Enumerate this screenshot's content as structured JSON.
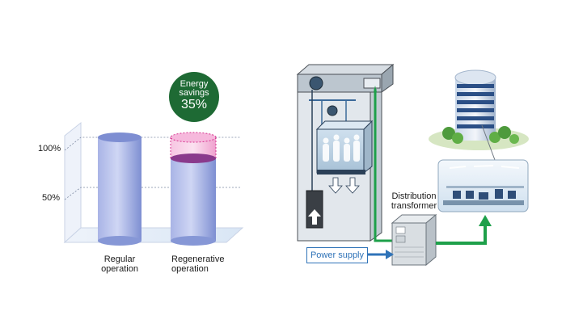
{
  "chart": {
    "ticks": [
      "100%",
      "50%"
    ],
    "badge": {
      "line1": "Energy",
      "line2": "savings",
      "value": "35%"
    },
    "bar_labels": [
      {
        "line1": "Regular",
        "line2": "operation"
      },
      {
        "line1": "Regenerative",
        "line2": "operation"
      }
    ]
  },
  "diagram": {
    "power_supply": "Power supply",
    "transformer": {
      "line1": "Distribution",
      "line2": "transformer"
    }
  },
  "colors": {
    "badge_green": "#1e6a34",
    "cylinder_blue": "#8f9fdc",
    "savings_pink": "#f3a9d3",
    "power_blue": "#2f73b8",
    "regen_green": "#1ea04a"
  }
}
